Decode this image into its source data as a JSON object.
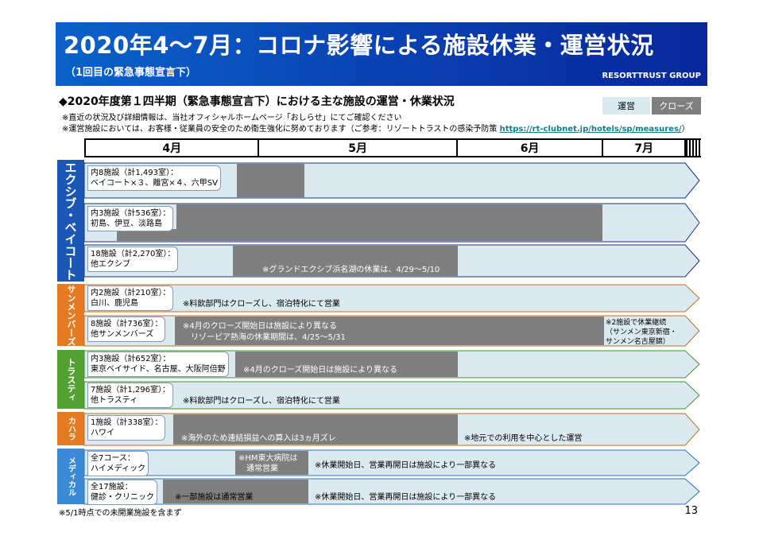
{
  "header": {
    "title": "2020年4～7月：コロナ影響による施設休業・運営状況",
    "subtitle": "（1回目の緊急事態宣言下）",
    "brand": "RESORTTRUST GROUP"
  },
  "section_heading": "◆2020年度第１四半期（緊急事態宣言下）における主な施設の運営・休業状況",
  "notes": {
    "line1": "※直近の状況及び詳細情報は、当社オフィシャルホームページ「おしらせ」にてご確認ください",
    "line2": "※運営施設においては、お客様・従業員の安全のため衛生強化に努めております（ご参考：リゾートトラストの感染予防策",
    "link": "https://rt-clubnet.jp/hotels/sp/measures/",
    "line2_end": "）"
  },
  "legend": {
    "operating": "運営",
    "closed": "クローズ"
  },
  "months": [
    "4月",
    "5月",
    "6月",
    "7月"
  ],
  "categories": {
    "exiv": "エクシブ・ベイコート",
    "sunmembers": "サンメンバーズ",
    "trusty": "トラスティ",
    "kahala": "カハラ",
    "medical": "メディカル"
  },
  "rows": {
    "exiv1": {
      "line1": "内8施設（計1,493室）：",
      "line2": "ベイコート×３、離宮×４、六甲SV"
    },
    "exiv2": {
      "line1": "内3施設（計536室）：",
      "line2": "初島、伊豆、淡路島"
    },
    "exiv3": {
      "line1": "18施設（計2,270室）：",
      "line2": "他エクシブ",
      "note": "※グランドエクシブ浜名湖の休業は、4/29～5/10"
    },
    "sun1": {
      "line1": "内2施設（計210室）：",
      "line2": "白川、鹿児島",
      "note": "※料飲部門はクローズし、宿泊特化にて営業"
    },
    "sun2": {
      "line1": "8施設（計736室）：",
      "line2": "他サンメンバーズ",
      "note1": "※4月のクローズ開始日は施設により異なる",
      "note2": "リゾーピア熱海の休業期間は、4/25～5/31",
      "right1": "※2施設で休業継続",
      "right2": "（サンメン東京新宿・",
      "right3": "サンメン名古屋錦）"
    },
    "tra1": {
      "line1": "内3施設（計652室）：",
      "line2": "東京ベイサイド、名古屋、大阪阿倍野",
      "note": "※4月のクローズ開始日は施設により異なる"
    },
    "tra2": {
      "line1": "7施設（計1,296室）：",
      "line2": "他トラスティ",
      "note": "※料飲部門はクローズし、宿泊特化にて営業"
    },
    "kah1": {
      "line1": "1施設（計338室）：",
      "line2": "ハワイ",
      "note": "※海外のため連結損益への算入は3ヵ月ズレ",
      "right": "※地元での利用を中心とした運営"
    },
    "med1": {
      "line1": "全7コース：",
      "line2": "ハイメディック",
      "mid1": "※HM東大病院は",
      "mid2": "通常営業",
      "note": "※休業開始日、営業再開日は施設により一部異なる"
    },
    "med2": {
      "line1": "全17施設：",
      "line2": "健診・クリニック",
      "mid": "※一部施設は通常営業",
      "note": "※休業開始日、営業再開日は施設により一部異なる"
    }
  },
  "footnote": "※5/1時点での未開業施設を含まず",
  "page_number": "13",
  "colors": {
    "header_blue": "#0a3fb0",
    "operating": "#dbeaf1",
    "closed": "#7f7f7f",
    "exiv": "#1b57b5",
    "sunmembers": "#e47a22",
    "trusty": "#53a132",
    "kahala": "#e47a22",
    "medical": "#3c8ad7"
  }
}
